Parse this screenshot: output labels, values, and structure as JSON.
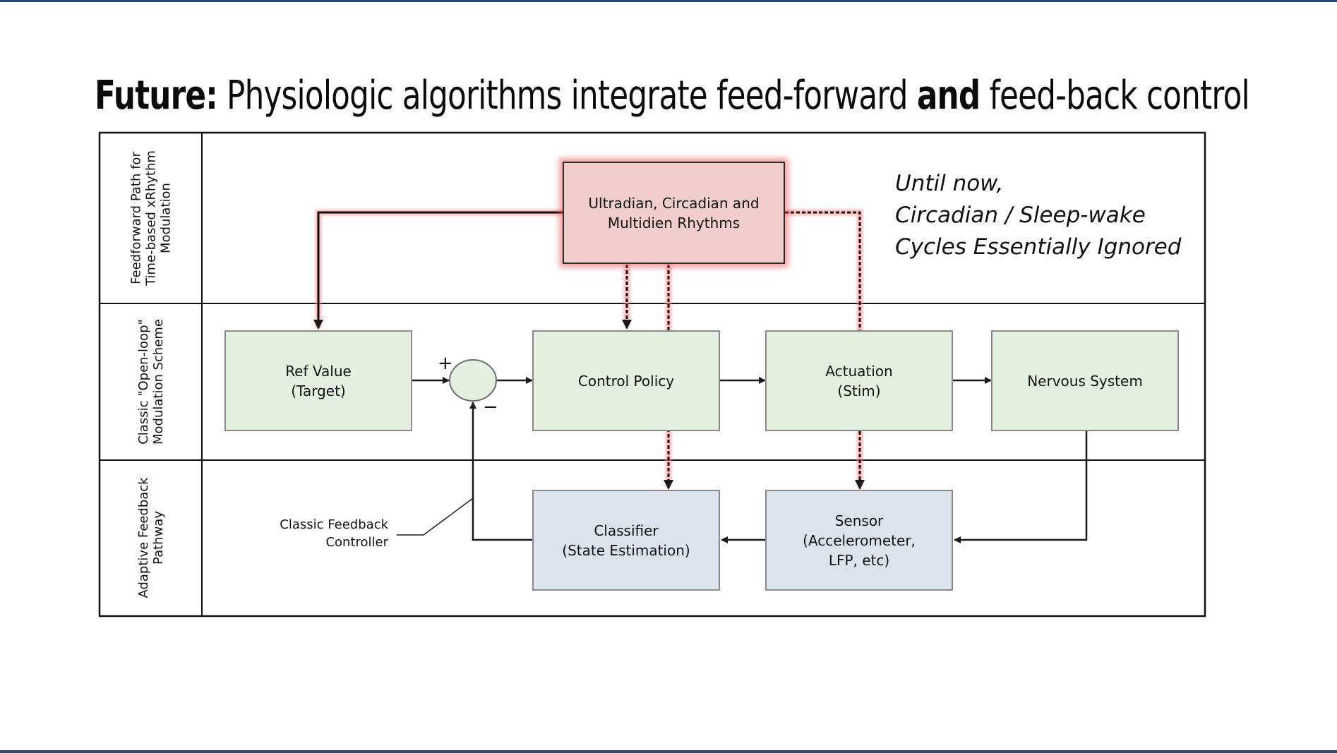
{
  "slide": {
    "title_bold": "Future:",
    "title_mid": " Physiologic algorithms integrate feed-forward ",
    "title_bold2": "and",
    "title_end": " feed-back control"
  },
  "rows": [
    {
      "lines": [
        "Feedforward Path for",
        "Time-based xRhythm",
        "Modulation"
      ]
    },
    {
      "lines": [
        "Classic \"Open-loop\"",
        "Modulation Scheme"
      ]
    },
    {
      "lines": [
        "Adaptive Feedback",
        "Pathway"
      ]
    }
  ],
  "nodes": {
    "rhythms": [
      "Ultradian, Circadian and",
      "Multidien Rhythms"
    ],
    "ref_value": [
      "Ref Value",
      "(Target)"
    ],
    "control_policy": [
      "Control Policy"
    ],
    "actuation": [
      "Actuation",
      "(Stim)"
    ],
    "nervous_system": [
      "Nervous System"
    ],
    "classifier": [
      "Classifier",
      "(State Estimation)"
    ],
    "sensor": [
      "Sensor",
      "(Accelerometer,",
      "LFP, etc)"
    ]
  },
  "summing_junction": {
    "plus": "+",
    "minus": "−"
  },
  "feedback_label": [
    "Classic Feedback",
    "Controller"
  ],
  "annotation": [
    "Until now,",
    "Circadian / Sleep-wake",
    "Cycles Essentially Ignored"
  ],
  "colors": {
    "feedforward_arrow": "#b01010",
    "feedforward_glow": "#ff7f7f",
    "plant_box": "#e4efdf",
    "feedback_box": "#dde3ec",
    "rhythm_box": "#f1cdcb",
    "slide_edge": "#2e4a78"
  }
}
